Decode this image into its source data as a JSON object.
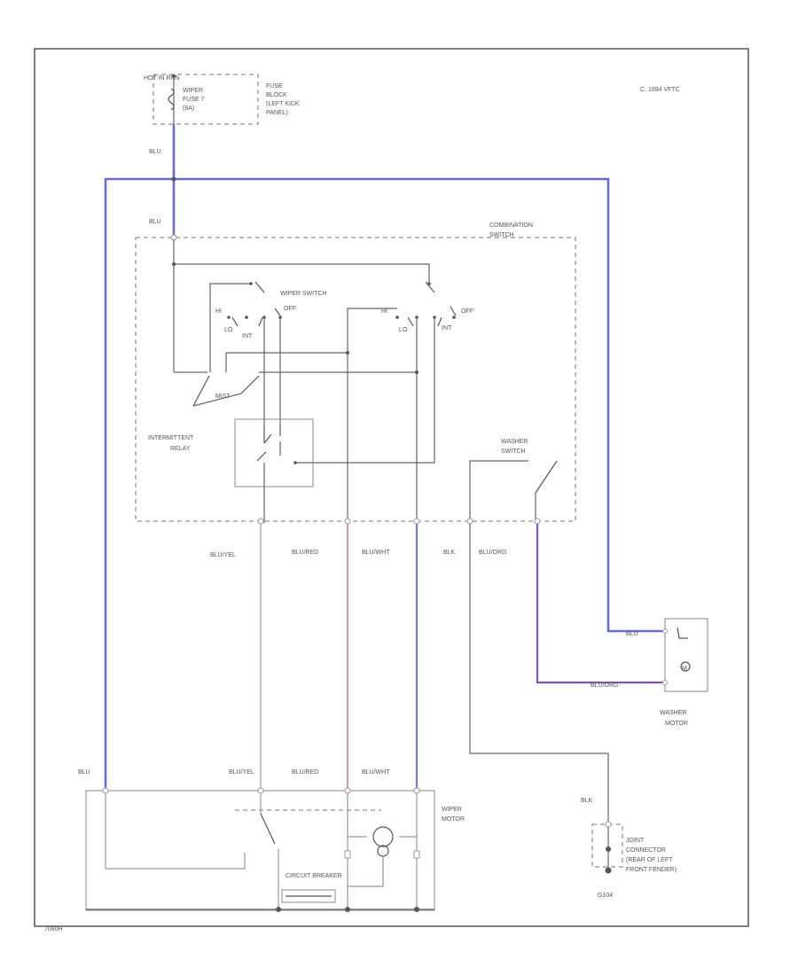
{
  "diagram": {
    "copyright": "C. 1994 VFTC",
    "code": "7080H",
    "fuse": {
      "power": "HOT IN RUN",
      "fuse_lines": [
        "WIPER",
        "FUSE 7",
        "(6A)"
      ],
      "block_lines": [
        "FUSE",
        "BLOCK",
        "(LEFT KICK",
        "PANEL)"
      ]
    },
    "combination_switch": {
      "lines": [
        "COMBINATION",
        "SWITCH"
      ]
    },
    "wiper_switch": {
      "label": "WIPER SWITCH",
      "positions": {
        "hi": "HI",
        "lo": "LO",
        "int": "INT",
        "off": "OFF",
        "mist": "MIST"
      }
    },
    "intermittent_relay": {
      "lines": [
        "INTERMITTENT",
        "RELAY"
      ]
    },
    "washer_switch": {
      "lines": [
        "WASHER",
        "SWITCH"
      ]
    },
    "wires": {
      "blu": "BLU",
      "blu_yel": "BLU/YEL",
      "blu_red": "BLU/RED",
      "blu_wht": "BLU/WHT",
      "blk": "BLK",
      "blu_org": "BLU/ORG"
    },
    "washer_motor": {
      "lines": [
        "WASHER",
        "MOTOR"
      ]
    },
    "wiper_motor": {
      "lines": [
        "WIPER",
        "MOTOR"
      ]
    },
    "circuit_breaker": "CIRCUIT BREAKER",
    "ground": {
      "lines": [
        "JOINT",
        "CONNECTOR",
        "(REAR OF LEFT",
        "FRONT FENDER)"
      ],
      "id": "G104"
    },
    "colors": {
      "blu_wire": "#6a6ae8",
      "blu_red_wire": "#cc6699",
      "blu_org_wire": "#7a55c0",
      "plain_wire": "#999999"
    }
  }
}
